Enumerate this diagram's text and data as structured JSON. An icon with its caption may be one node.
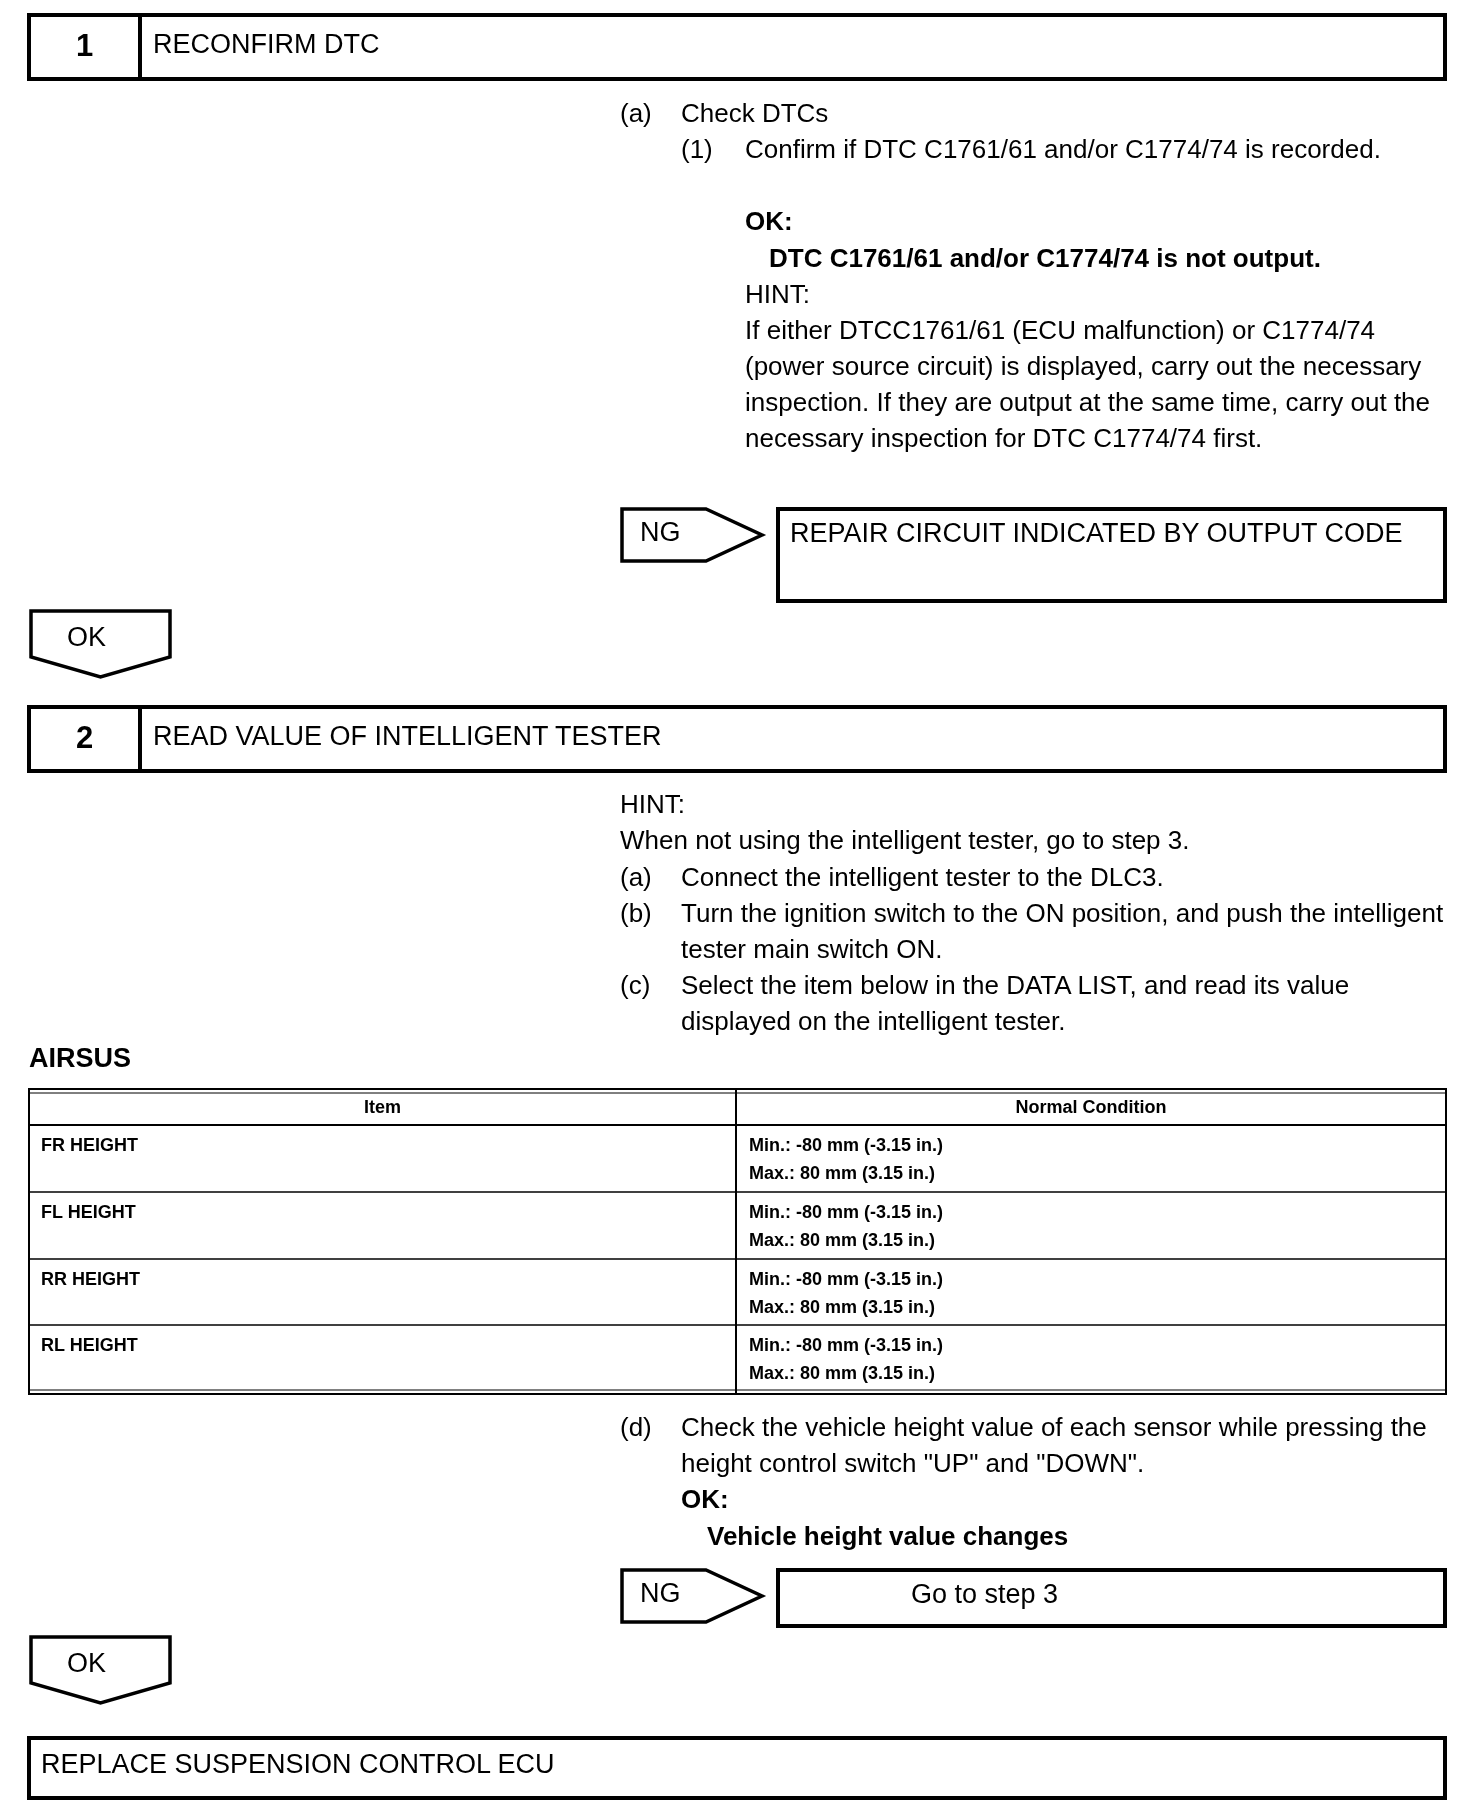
{
  "diagram": {
    "nodes": [
      {
        "text": [
          "1",
          "RECONFIRM DTC"
        ]
      },
      {
        "text": [
          "NG"
        ]
      },
      {
        "text": [
          "REPAIR CIRCUIT INDICATED BY OUTPUT CODE"
        ]
      },
      {
        "text": [
          "OK"
        ]
      },
      {
        "text": [
          "2",
          "READ VALUE OF INTELLIGENT TESTER"
        ]
      },
      {
        "text": [
          "NG"
        ]
      },
      {
        "text": [
          "Go to step 3"
        ]
      },
      {
        "text": [
          "OK"
        ]
      },
      {
        "text": [
          "REPLACE SUSPENSION CONTROL ECU"
        ]
      }
    ],
    "labels": [
      "(a)",
      "Check DTCs",
      "(1)",
      "Confirm if DTC C1761/61 and/or C1774/74 is recorded.",
      "OK:",
      "DTC C1761/61 and/or C1774/74 is not output.",
      "HINT:",
      "If either DTCC1761/61 (ECU malfunction) or C1774/74 (power source circuit) is displayed, carry out the necessary inspection. If they are output at the same time, carry out the necessary inspection for DTC C1774/74 first.",
      "HINT:",
      "When not using the intelligent tester, go to step 3.",
      "(a)",
      "Connect the intelligent tester to the DLC3.",
      "(b)",
      "Turn the ignition switch to the ON position, and push the intelligent tester main switch ON.",
      "(c)",
      "Select the item below in the DATA LIST, and read its value displayed on the intelligent tester.",
      "AIRSUS",
      "Item",
      "Normal Condition",
      "FR HEIGHT",
      "Min.: -80 mm (-3.15 in.)",
      "Max.: 80 mm (3.15 in.)",
      "FL HEIGHT",
      "Min.: -80 mm (-3.15 in.)",
      "Max.: 80 mm (3.15 in.)",
      "RR HEIGHT",
      "Min.: -80 mm (-3.15 in.)",
      "Max.: 80 mm (3.15 in.)",
      "RL HEIGHT",
      "Min.: -80 mm (-3.15 in.)",
      "Max.: 80 mm (3.15 in.)",
      "(d)",
      "Check the vehicle height value of each sensor while pressing the height control switch \"UP\" and \"DOWN\".",
      "OK:",
      "Vehicle height value changes"
    ]
  }
}
